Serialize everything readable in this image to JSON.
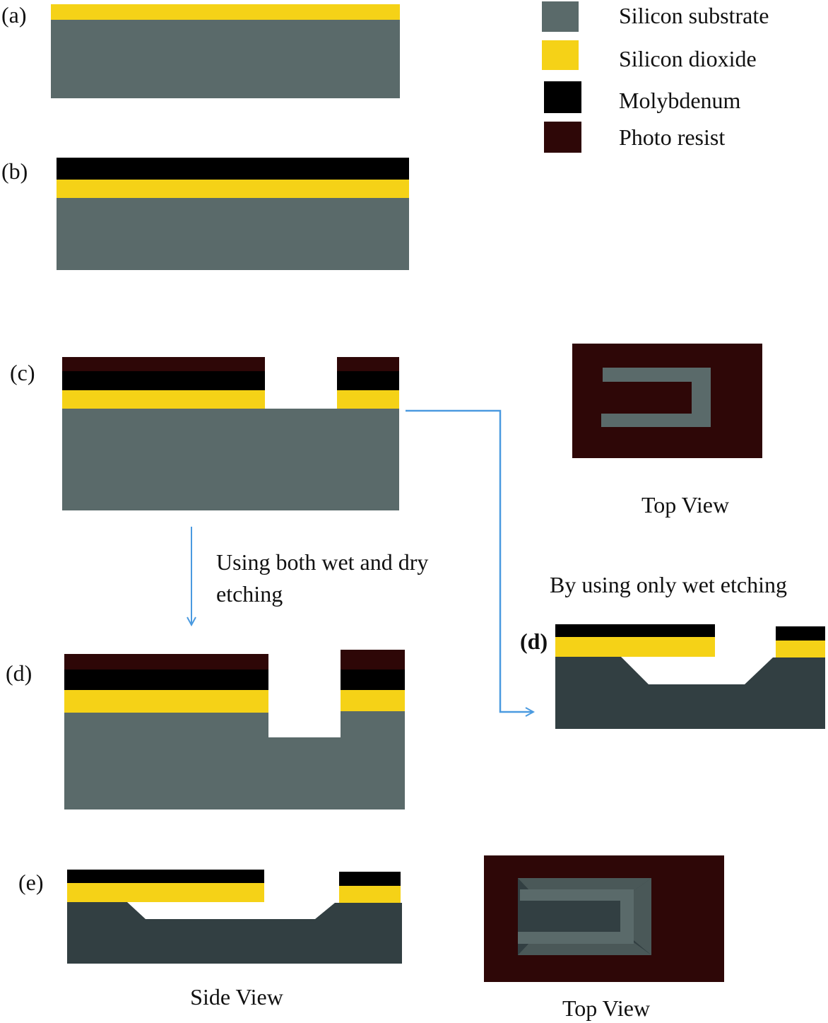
{
  "colors": {
    "silicon_substrate": "#5a6a6a",
    "silicon_substrate_etched": "#323f42",
    "silicon_dioxide": "#f5d217",
    "molybdenum": "#000000",
    "photo_resist": "#2e0707",
    "arrow": "#4a9ae0"
  },
  "legend": {
    "silicon_substrate": "Silicon substrate",
    "silicon_dioxide": "Silicon dioxide",
    "molybdenum": "Molybdenum",
    "photo_resist": "Photo resist"
  },
  "steps": {
    "a": "(a)",
    "b": "(b)",
    "c": "(c)",
    "d_left": "(d)",
    "d_right": "(d)",
    "e": "(e)"
  },
  "captions": {
    "top_view_c": "Top View",
    "path_left_line1": "Using  both wet and dry",
    "path_left_line2": "etching",
    "path_right": "By using only wet etching",
    "side_view": "Side View",
    "top_view_e": "Top View"
  }
}
